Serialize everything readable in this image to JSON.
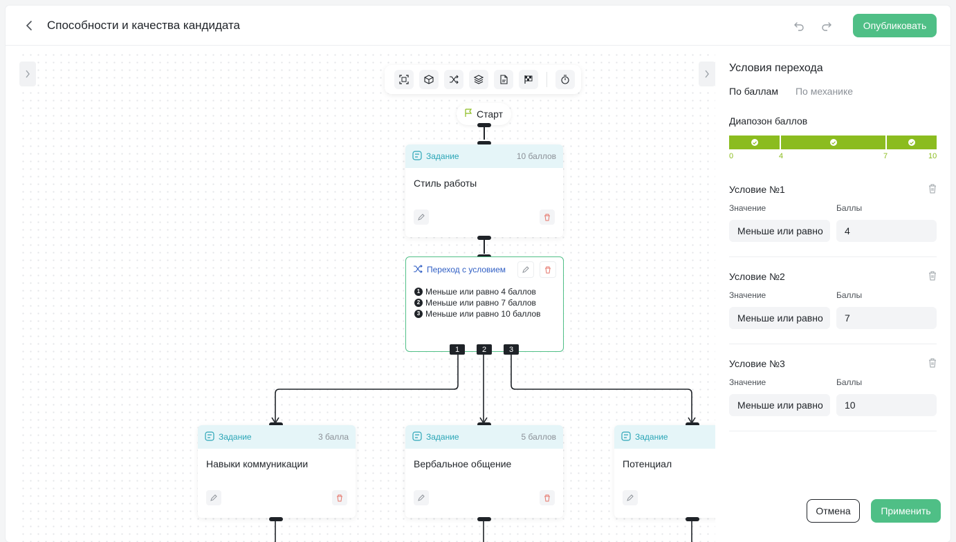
{
  "header": {
    "title": "Способности и качества кандидата",
    "publish_label": "Опубликовать"
  },
  "canvas": {
    "start_label": "Старт",
    "toolbar_icons": [
      "fit-screen-icon",
      "cube-icon",
      "shuffle-icon",
      "layers-icon",
      "document-icon",
      "finish-flag-icon",
      "timer-icon"
    ],
    "task_top": {
      "type_label": "Задание",
      "points": "10 баллов",
      "title": "Стиль работы"
    },
    "condition_node": {
      "type_label": "Переход с условием",
      "items": [
        {
          "num": "1",
          "text": "Меньше или равно 4 баллов"
        },
        {
          "num": "2",
          "text": "Меньше или равно 7 баллов"
        },
        {
          "num": "3",
          "text": "Меньше или равно 10 баллов"
        }
      ],
      "ports": [
        "1",
        "2",
        "3"
      ]
    },
    "tasks_bottom": [
      {
        "type_label": "Задание",
        "points": "3 балла",
        "title": "Навыки коммуникации"
      },
      {
        "type_label": "Задание",
        "points": "5 баллов",
        "title": "Вербальное общение"
      },
      {
        "type_label": "Задание",
        "points": "",
        "title": "Потенциал"
      }
    ]
  },
  "panel": {
    "title": "Условия перехода",
    "tabs": [
      {
        "label": "По баллам",
        "active": true
      },
      {
        "label": "По механике",
        "active": false
      }
    ],
    "range_title": "Диапозон баллов",
    "range_ticks": [
      "0",
      "4",
      "7",
      "10"
    ],
    "range_color": "#8bbc1f",
    "conditions": [
      {
        "title": "Условие №1",
        "value_label": "Значение",
        "points_label": "Баллы",
        "value": "Меньше или равно",
        "points": "4"
      },
      {
        "title": "Условие №2",
        "value_label": "Значение",
        "points_label": "Баллы",
        "value": "Меньше или равно",
        "points": "7"
      },
      {
        "title": "Условие №3",
        "value_label": "Значение",
        "points_label": "Баллы",
        "value": "Меньше или равно",
        "points": "10"
      }
    ],
    "cancel_label": "Отмена",
    "apply_label": "Применить"
  }
}
